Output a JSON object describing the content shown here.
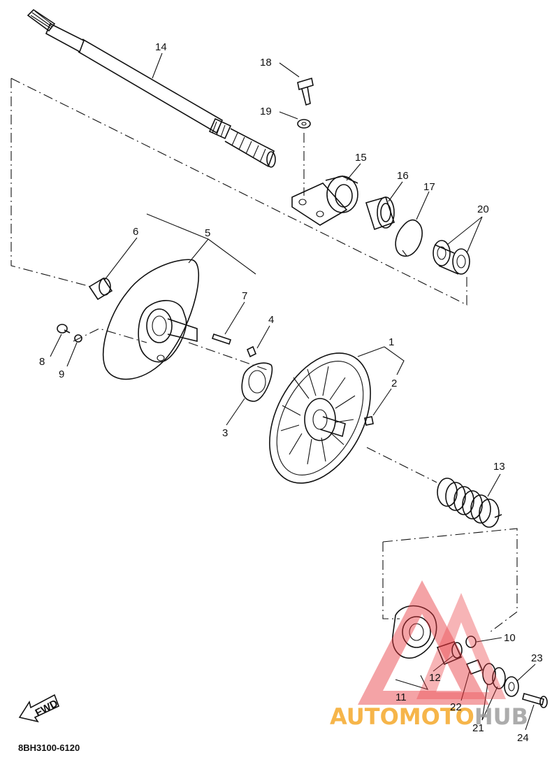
{
  "callouts": [
    {
      "id": "c1",
      "text": "1"
    },
    {
      "id": "c2",
      "text": "2"
    },
    {
      "id": "c3",
      "text": "3"
    },
    {
      "id": "c4",
      "text": "4"
    },
    {
      "id": "c5",
      "text": "5"
    },
    {
      "id": "c6",
      "text": "6"
    },
    {
      "id": "c7",
      "text": "7"
    },
    {
      "id": "c8",
      "text": "8"
    },
    {
      "id": "c9",
      "text": "9"
    },
    {
      "id": "c10",
      "text": "10"
    },
    {
      "id": "c11",
      "text": "11"
    },
    {
      "id": "c12",
      "text": "12"
    },
    {
      "id": "c13",
      "text": "13"
    },
    {
      "id": "c14",
      "text": "14"
    },
    {
      "id": "c15",
      "text": "15"
    },
    {
      "id": "c16",
      "text": "16"
    },
    {
      "id": "c17",
      "text": "17"
    },
    {
      "id": "c18",
      "text": "18"
    },
    {
      "id": "c19",
      "text": "19"
    },
    {
      "id": "c20",
      "text": "20"
    },
    {
      "id": "c21",
      "text": "21"
    },
    {
      "id": "c22",
      "text": "22"
    },
    {
      "id": "c23",
      "text": "23"
    },
    {
      "id": "c24",
      "text": "24"
    }
  ],
  "fwd_label": "FWD",
  "diagram_code": "8BH3100-6120",
  "watermark": {
    "text_part1": "AUTOMOTO",
    "text_part2": "HUB",
    "color_orange": "#f5a623",
    "color_gray": "#9a9a9a",
    "color_red": "#e8333a"
  }
}
